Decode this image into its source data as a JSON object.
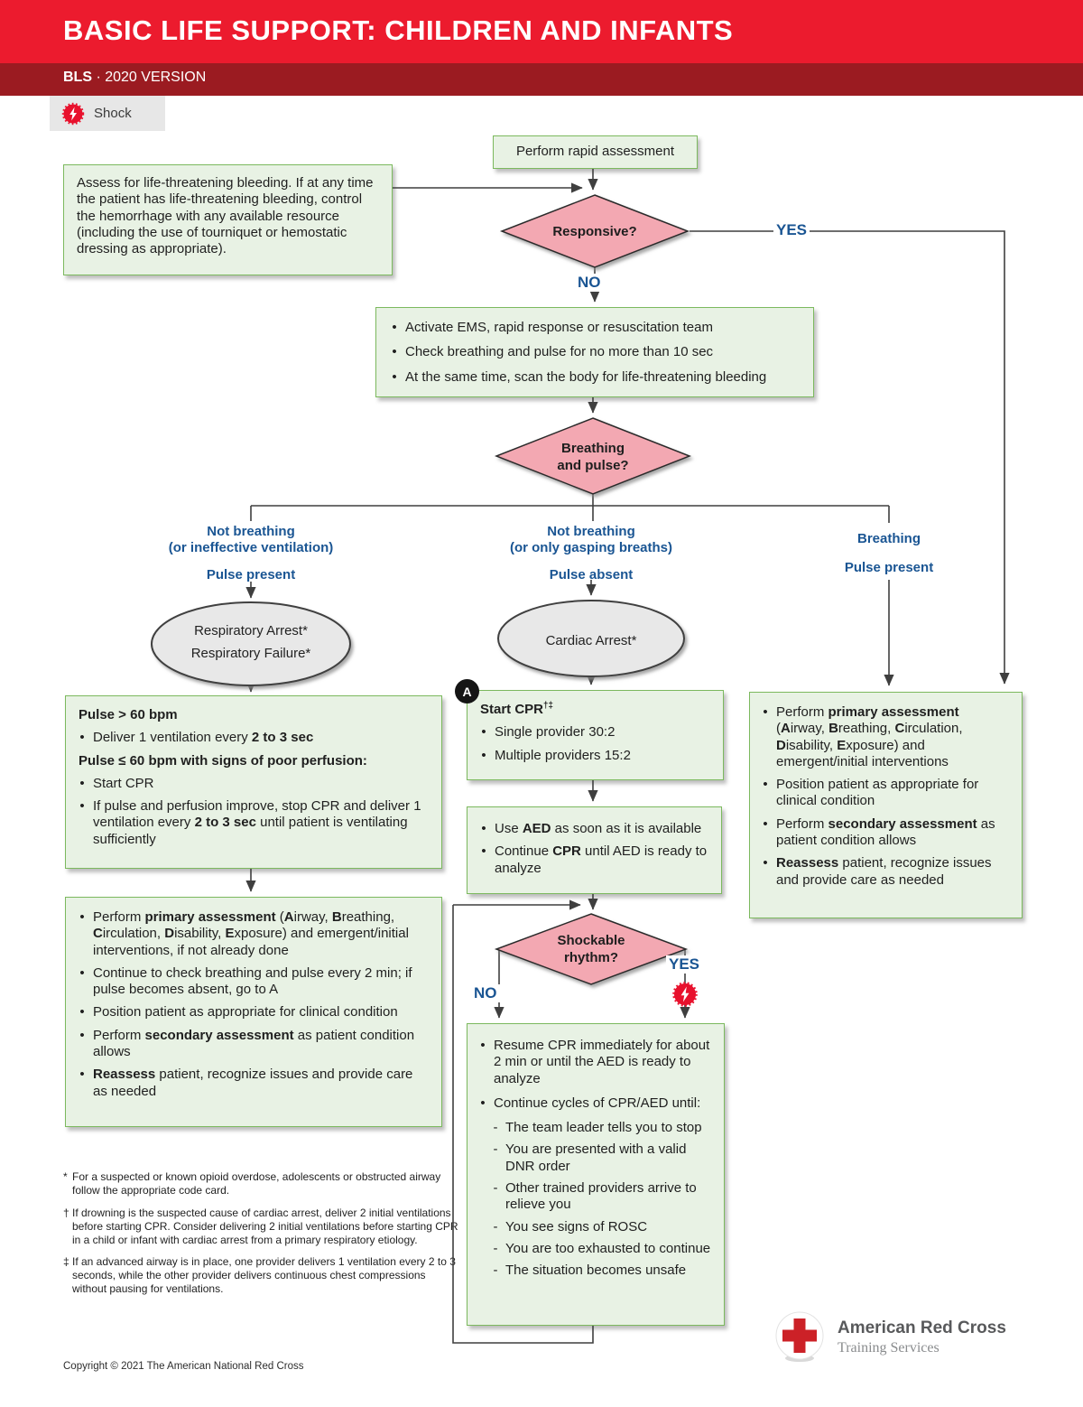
{
  "colors": {
    "header_red": "#EC1B2E",
    "band_dark_red": "#9B1B21",
    "diamond_pink": "#F3A8B2",
    "box_green_fill": "#E8F2E4",
    "box_green_border": "#7CB95E",
    "label_blue": "#1A5593",
    "shock_badge_red": "#E8112D"
  },
  "header": {
    "title": "BASIC LIFE SUPPORT: CHILDREN AND INFANTS",
    "program": "BLS",
    "separator": "·",
    "version": "2020 VERSION",
    "tab": "Shock"
  },
  "labels": {
    "yes": "YES",
    "no": "NO",
    "a_marker": "A"
  },
  "nodes": {
    "rapid_assessment": {
      "text": "Perform rapid assessment"
    },
    "bleeding_note": {
      "text": "Assess for life-threatening bleeding. If at any time the patient has life-threatening bleeding, control the hemorrhage with any available resource (including the use of tourniquet or hemostatic dressing as appropriate)."
    },
    "responsive": {
      "question": "Responsive?"
    },
    "activate_ems": {
      "items": [
        "Activate EMS, rapid response or resuscitation team",
        "Check breathing and pulse for no more than 10 sec",
        "At the same time, scan the body for life-threatening bleeding"
      ]
    },
    "breathing_pulse": {
      "line1": "Breathing",
      "line2": "and pulse?"
    },
    "branch_left": {
      "line1": "Not breathing",
      "line2": "(or ineffective ventilation)",
      "line3": "Pulse present"
    },
    "branch_mid": {
      "line1": "Not breathing",
      "line2": "(or only gasping breaths)",
      "line3": "Pulse absent"
    },
    "branch_right": {
      "line1": "Breathing",
      "line3": "Pulse present"
    },
    "respiratory_arrest": {
      "line1": "Respiratory Arrest*",
      "line2": "Respiratory Failure*"
    },
    "cardiac_arrest": {
      "line1": "Cardiac Arrest*"
    },
    "pulse_box": {
      "items": [
        "#**Pulse > 60 bpm**",
        "Deliver 1 ventilation every **2 to 3 sec**",
        "#**Pulse ≤ 60 bpm with signs of poor perfusion:**",
        "Start CPR",
        "If pulse and perfusion improve, stop CPR and deliver 1 ventilation every **2 to 3 sec** until patient is ventilating sufficiently"
      ]
    },
    "primary_left": {
      "items": [
        "Perform **primary assessment** (**A**irway, **B**reathing, **C**irculation, **D**isability, **E**xposure) and emergent/initial interventions, if not already done",
        "Continue to check breathing and pulse every 2 min; if pulse becomes absent, go to A",
        "Position patient as appropriate for clinical condition",
        "Perform **secondary assessment** as patient condition allows",
        "**Reassess** patient, recognize issues and provide care as needed"
      ]
    },
    "start_cpr": {
      "items": [
        "#**Start CPR**^{†‡}",
        "Single provider 30:2",
        "Multiple providers 15:2"
      ]
    },
    "aed": {
      "items": [
        "Use **AED** as soon as it is available",
        "Continue **CPR** until AED is ready to analyze"
      ]
    },
    "shockable": {
      "line1": "Shockable",
      "line2": "rhythm?"
    },
    "resume_cpr": {
      "items": [
        "Resume CPR immediately for about 2 min or until the AED is ready to analyze",
        "Continue cycles of CPR/AED until:",
        "- The team leader tells you to stop",
        "- You are presented with a valid DNR order",
        "- Other trained providers arrive to relieve you",
        "- You see signs of ROSC",
        "- You are too exhausted to continue",
        "- The situation becomes unsafe"
      ]
    },
    "primary_right": {
      "items": [
        "Perform **primary assessment** (**A**irway, **B**reathing, **C**irculation, **D**isability, **E**xposure) and emergent/initial interventions",
        "Position patient as appropriate for clinical condition",
        "Perform **secondary assessment** as patient condition allows",
        "**Reassess** patient, recognize issues and provide care as needed"
      ]
    }
  },
  "footnotes": [
    {
      "marker": "*",
      "text": "For a suspected or known opioid overdose, adolescents or obstructed airway follow the appropriate code card."
    },
    {
      "marker": "†",
      "text": "If drowning is the suspected cause of cardiac arrest, deliver 2 initial ventilations before starting CPR. Consider delivering 2 initial ventilations before starting CPR in a child or infant with cardiac arrest from a primary respiratory etiology."
    },
    {
      "marker": "‡",
      "text": "If an advanced airway is in place, one provider delivers 1 ventilation every 2 to 3 seconds, while the other provider delivers continuous chest compressions without pausing for ventilations."
    }
  ],
  "footer": {
    "copyright": "Copyright © 2021 The American National Red Cross",
    "logo_title": "American Red Cross",
    "logo_subtitle": "Training Services"
  }
}
